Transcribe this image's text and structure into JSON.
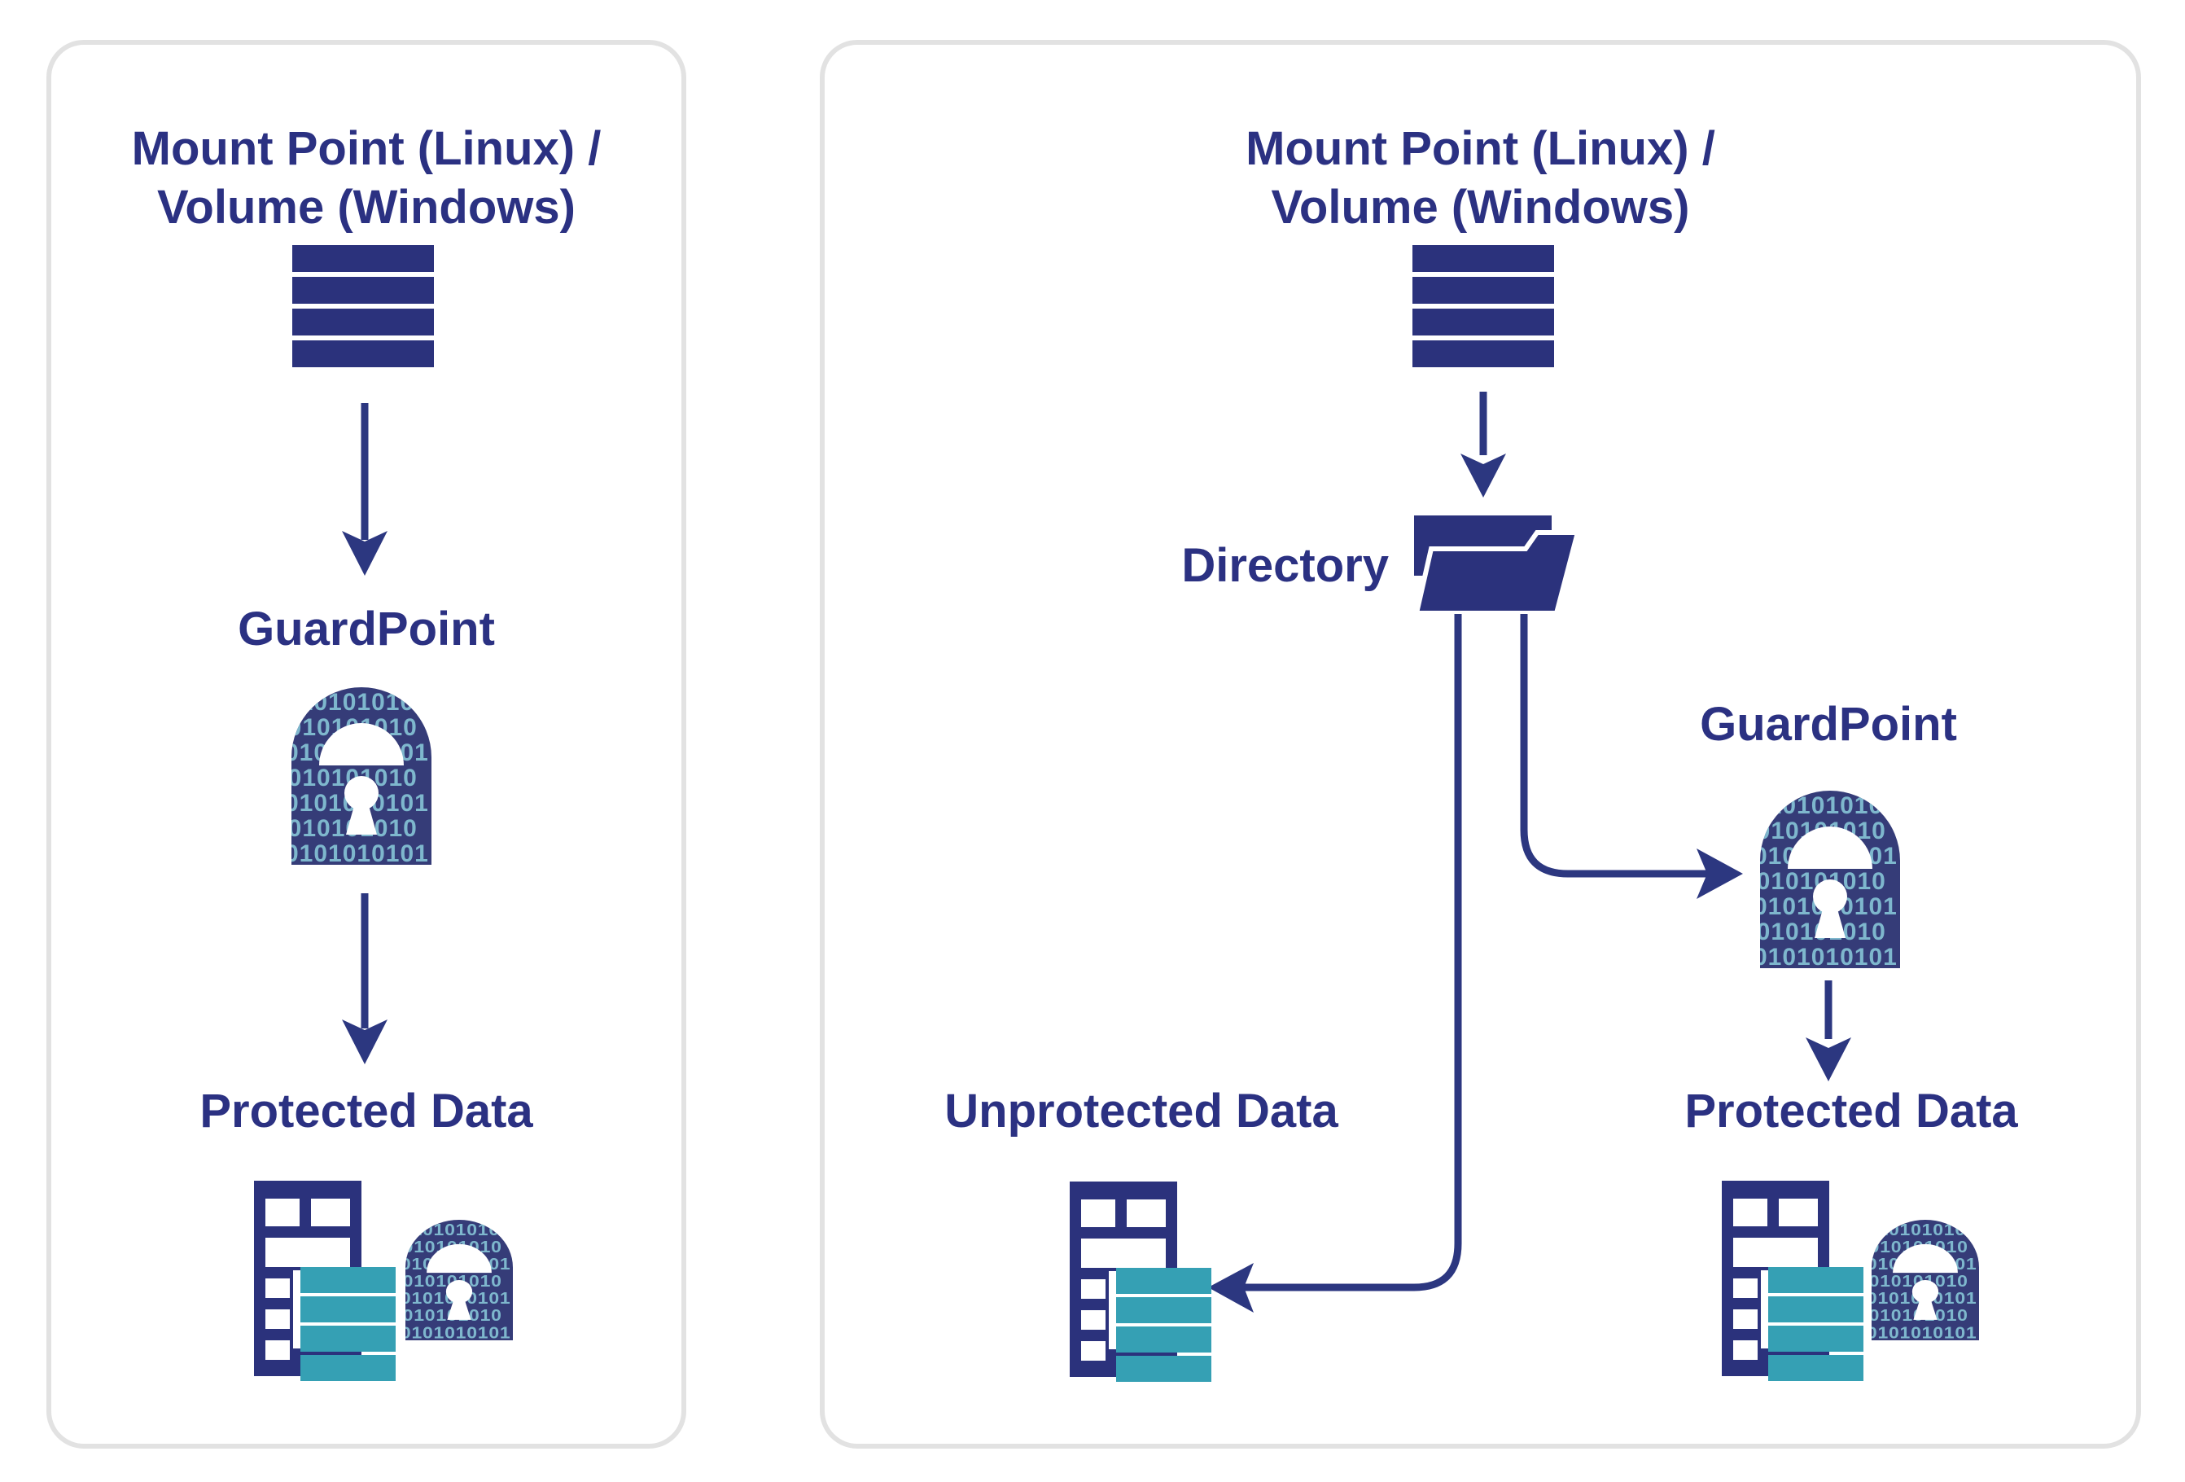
{
  "diagram": {
    "description": "GuardPoint data protection diagram with two scenarios",
    "background_color": "#FFFFFF",
    "panel_border_color": "#E2E2E2"
  },
  "colors": {
    "navy_text": "#2B3182",
    "navy_icon": "#2B327C",
    "navy_arrow": "#2C3780",
    "lock_navy": "#353C78",
    "binary_blue": "#7EB7CD",
    "teal": "#35A0B4",
    "white": "#FFFFFF"
  },
  "lock_binary": {
    "rows": [
      "0101010101",
      "1010101010",
      "0101010101",
      "1010101010",
      "0101010101",
      "1010101010",
      "0101010101"
    ]
  },
  "left_panel": {
    "title_line1": "Mount Point (Linux) /",
    "title_line2": "Volume (Windows)",
    "guardpoint_label": "GuardPoint",
    "protected_data_label": "Protected Data",
    "icons": [
      "volume-stack-icon",
      "guardpoint-lock-icon",
      "protected-data-icon"
    ]
  },
  "right_panel": {
    "title_line1": "Mount Point (Linux) /",
    "title_line2": "Volume (Windows)",
    "directory_label": "Directory",
    "guardpoint_label": "GuardPoint",
    "unprotected_data_label": "Unprotected Data",
    "protected_data_label": "Protected Data",
    "icons": [
      "volume-stack-icon",
      "directory-folder-icon",
      "guardpoint-lock-icon",
      "unprotected-data-icon",
      "protected-data-icon"
    ]
  }
}
